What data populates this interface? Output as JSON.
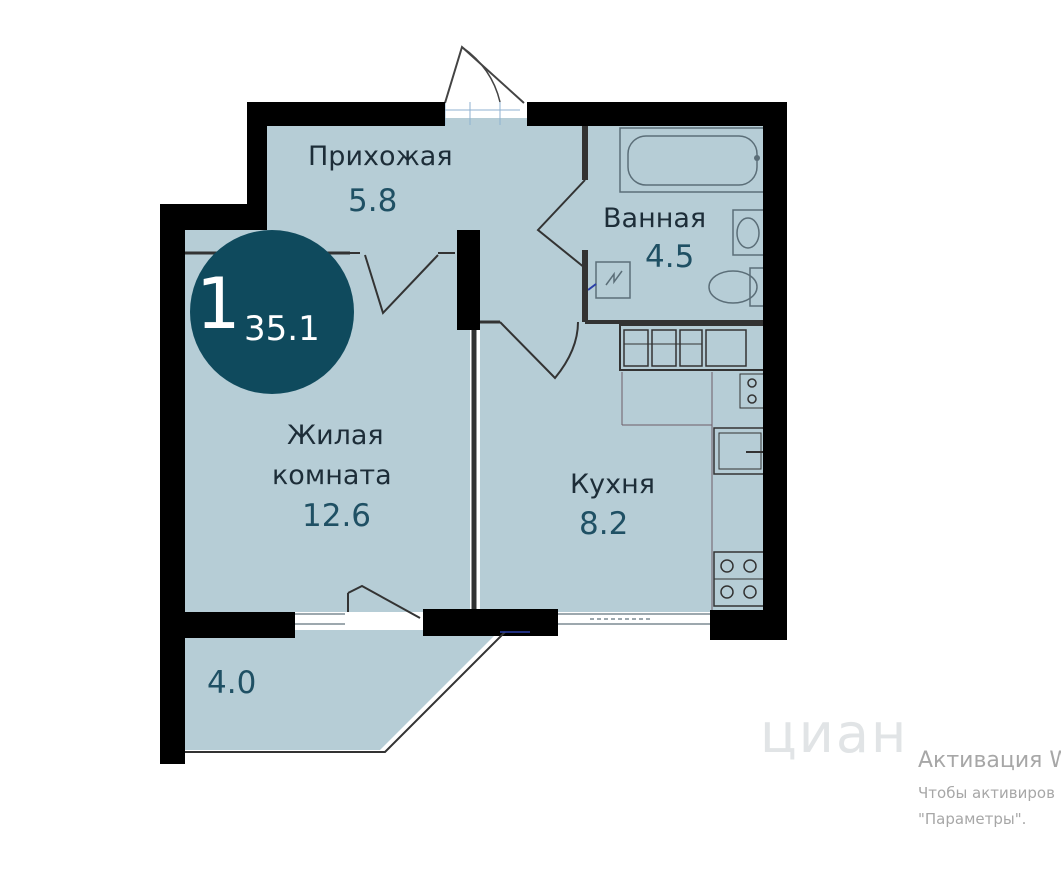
{
  "plan": {
    "badge": {
      "rooms": "1",
      "total_area": "35.1"
    },
    "rooms": {
      "hallway": {
        "name": "Прихожая",
        "area": "5.8"
      },
      "bathroom": {
        "name": "Ванная",
        "area": "4.5"
      },
      "living": {
        "name_line1": "Жилая",
        "name_line2": "комната",
        "area": "12.6"
      },
      "kitchen": {
        "name": "Кухня",
        "area": "8.2"
      },
      "balcony": {
        "area": "4.0"
      }
    },
    "colors": {
      "floor": "#b6cdd6",
      "wall": "#000000",
      "badge": "#0f4a5d"
    }
  },
  "watermark": {
    "brand": "циан"
  },
  "os_notice": {
    "title": "Активация W",
    "line1": "Чтобы активиров",
    "line2": "\"Параметры\"."
  }
}
